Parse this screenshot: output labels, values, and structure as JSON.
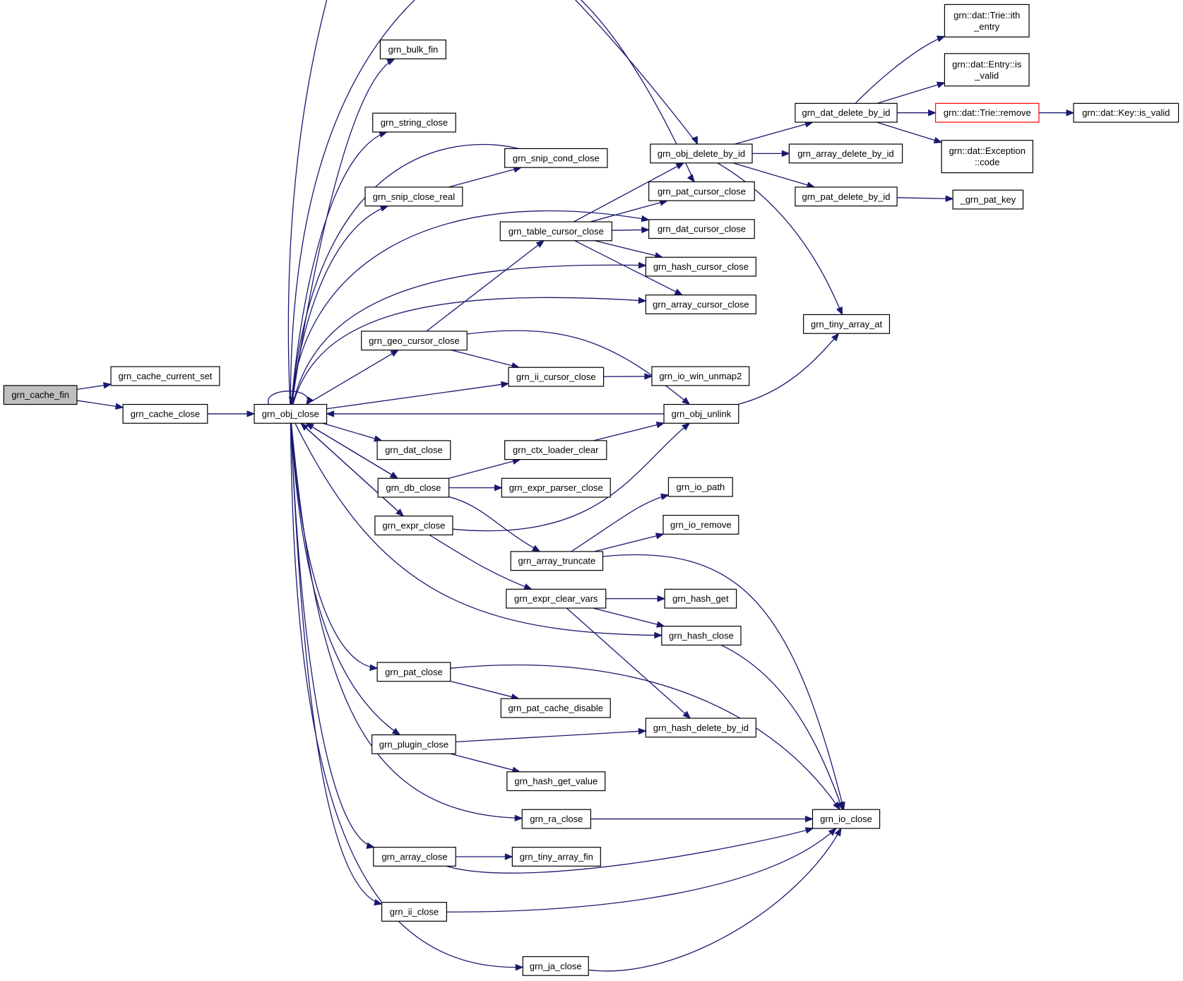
{
  "nodes": [
    {
      "id": "grn_cache_fin",
      "label": "grn_cache_fin",
      "style": "root"
    },
    {
      "id": "grn_cache_current_set",
      "label": "grn_cache_current_set"
    },
    {
      "id": "grn_cache_close",
      "label": "grn_cache_close"
    },
    {
      "id": "grn_obj_close",
      "label": "grn_obj_close"
    },
    {
      "id": "grn_bulk_fin",
      "label": "grn_bulk_fin"
    },
    {
      "id": "grn_string_close",
      "label": "grn_string_close"
    },
    {
      "id": "grn_snip_cond_close",
      "label": "grn_snip_cond_close"
    },
    {
      "id": "grn_snip_close_real",
      "label": "grn_snip_close_real"
    },
    {
      "id": "grn_table_cursor_close",
      "label": "grn_table_cursor_close"
    },
    {
      "id": "grn_obj_delete_by_id",
      "label": "grn_obj_delete_by_id"
    },
    {
      "id": "grn_pat_cursor_close",
      "label": "grn_pat_cursor_close"
    },
    {
      "id": "grn_dat_cursor_close",
      "label": "grn_dat_cursor_close"
    },
    {
      "id": "grn_hash_cursor_close",
      "label": "grn_hash_cursor_close"
    },
    {
      "id": "grn_array_cursor_close",
      "label": "grn_array_cursor_close"
    },
    {
      "id": "grn_geo_cursor_close",
      "label": "grn_geo_cursor_close"
    },
    {
      "id": "grn_ii_cursor_close",
      "label": "grn_ii_cursor_close"
    },
    {
      "id": "grn_io_win_unmap2",
      "label": "grn_io_win_unmap2"
    },
    {
      "id": "grn_obj_unlink",
      "label": "grn_obj_unlink"
    },
    {
      "id": "grn_dat_close",
      "label": "grn_dat_close"
    },
    {
      "id": "grn_db_close",
      "label": "grn_db_close"
    },
    {
      "id": "grn_ctx_loader_clear",
      "label": "grn_ctx_loader_clear"
    },
    {
      "id": "grn_expr_parser_close",
      "label": "grn_expr_parser_close"
    },
    {
      "id": "grn_expr_close",
      "label": "grn_expr_close"
    },
    {
      "id": "grn_array_truncate",
      "label": "grn_array_truncate"
    },
    {
      "id": "grn_io_path",
      "label": "grn_io_path"
    },
    {
      "id": "grn_io_remove",
      "label": "grn_io_remove"
    },
    {
      "id": "grn_expr_clear_vars",
      "label": "grn_expr_clear_vars"
    },
    {
      "id": "grn_hash_get",
      "label": "grn_hash_get"
    },
    {
      "id": "grn_hash_close",
      "label": "grn_hash_close"
    },
    {
      "id": "grn_pat_close",
      "label": "grn_pat_close"
    },
    {
      "id": "grn_pat_cache_disable",
      "label": "grn_pat_cache_disable"
    },
    {
      "id": "grn_hash_delete_by_id",
      "label": "grn_hash_delete_by_id"
    },
    {
      "id": "grn_plugin_close",
      "label": "grn_plugin_close"
    },
    {
      "id": "grn_hash_get_value",
      "label": "grn_hash_get_value"
    },
    {
      "id": "grn_ra_close",
      "label": "grn_ra_close"
    },
    {
      "id": "grn_io_close",
      "label": "grn_io_close"
    },
    {
      "id": "grn_array_close",
      "label": "grn_array_close"
    },
    {
      "id": "grn_tiny_array_fin",
      "label": "grn_tiny_array_fin"
    },
    {
      "id": "grn_ii_close",
      "label": "grn_ii_close"
    },
    {
      "id": "grn_ja_close",
      "label": "grn_ja_close"
    },
    {
      "id": "grn_dat_delete_by_id",
      "label": "grn_dat_delete_by_id"
    },
    {
      "id": "grn_array_delete_by_id",
      "label": "grn_array_delete_by_id"
    },
    {
      "id": "grn_pat_delete_by_id",
      "label": "grn_pat_delete_by_id"
    },
    {
      "id": "_grn_pat_key",
      "label": "_grn_pat_key"
    },
    {
      "id": "grn_tiny_array_at",
      "label": "grn_tiny_array_at"
    },
    {
      "id": "trie_ith_entry",
      "label": "grn::dat::Trie::ith\n_entry"
    },
    {
      "id": "entry_is_valid",
      "label": "grn::dat::Entry::is\n_valid"
    },
    {
      "id": "trie_remove",
      "label": "grn::dat::Trie::remove",
      "style": "truncated"
    },
    {
      "id": "key_is_valid",
      "label": "grn::dat::Key::is_valid"
    },
    {
      "id": "exception_code",
      "label": "grn::dat::Exception\n::code"
    }
  ],
  "edges": [
    {
      "from": "grn_cache_fin",
      "to": "grn_cache_current_set"
    },
    {
      "from": "grn_cache_fin",
      "to": "grn_cache_close"
    },
    {
      "from": "grn_cache_close",
      "to": "grn_obj_close"
    },
    {
      "from": "grn_obj_close",
      "to": "grn_obj_close"
    },
    {
      "from": "grn_obj_close",
      "to": "grn_bulk_fin"
    },
    {
      "from": "grn_obj_close",
      "to": "grn_obj_delete_by_id"
    },
    {
      "from": "grn_obj_close",
      "to": "grn_pat_cursor_close"
    },
    {
      "from": "grn_obj_close",
      "to": "grn_string_close"
    },
    {
      "from": "grn_obj_close",
      "to": "grn_snip_close_real"
    },
    {
      "from": "grn_obj_close",
      "to": "grn_dat_cursor_close"
    },
    {
      "from": "grn_obj_close",
      "to": "grn_hash_cursor_close"
    },
    {
      "from": "grn_obj_close",
      "to": "grn_array_cursor_close"
    },
    {
      "from": "grn_obj_close",
      "to": "grn_geo_cursor_close"
    },
    {
      "from": "grn_obj_close",
      "to": "grn_ii_cursor_close"
    },
    {
      "from": "grn_obj_close",
      "to": "grn_dat_close"
    },
    {
      "from": "grn_obj_close",
      "to": "grn_db_close"
    },
    {
      "from": "grn_obj_close",
      "to": "grn_expr_close"
    },
    {
      "from": "grn_obj_close",
      "to": "grn_hash_close"
    },
    {
      "from": "grn_obj_close",
      "to": "grn_pat_close"
    },
    {
      "from": "grn_obj_close",
      "to": "grn_plugin_close"
    },
    {
      "from": "grn_obj_close",
      "to": "grn_ra_close"
    },
    {
      "from": "grn_obj_close",
      "to": "grn_array_close"
    },
    {
      "from": "grn_obj_close",
      "to": "grn_ii_close"
    },
    {
      "from": "grn_obj_close",
      "to": "grn_ja_close"
    },
    {
      "from": "grn_snip_cond_close",
      "to": "grn_obj_close"
    },
    {
      "from": "grn_snip_close_real",
      "to": "grn_snip_cond_close"
    },
    {
      "from": "grn_table_cursor_close",
      "to": "grn_obj_delete_by_id"
    },
    {
      "from": "grn_table_cursor_close",
      "to": "grn_pat_cursor_close"
    },
    {
      "from": "grn_table_cursor_close",
      "to": "grn_dat_cursor_close"
    },
    {
      "from": "grn_table_cursor_close",
      "to": "grn_hash_cursor_close"
    },
    {
      "from": "grn_table_cursor_close",
      "to": "grn_array_cursor_close"
    },
    {
      "from": "grn_geo_cursor_close",
      "to": "grn_table_cursor_close"
    },
    {
      "from": "grn_geo_cursor_close",
      "to": "grn_ii_cursor_close"
    },
    {
      "from": "grn_geo_cursor_close",
      "to": "grn_obj_unlink"
    },
    {
      "from": "grn_ii_cursor_close",
      "to": "grn_io_win_unmap2"
    },
    {
      "from": "grn_obj_unlink",
      "to": "grn_obj_close"
    },
    {
      "from": "grn_obj_unlink",
      "to": "grn_tiny_array_at"
    },
    {
      "from": "grn_db_close",
      "to": "grn_obj_close"
    },
    {
      "from": "grn_db_close",
      "to": "grn_ctx_loader_clear"
    },
    {
      "from": "grn_db_close",
      "to": "grn_expr_parser_close"
    },
    {
      "from": "grn_db_close",
      "to": "grn_array_truncate"
    },
    {
      "from": "grn_ctx_loader_clear",
      "to": "grn_obj_unlink"
    },
    {
      "from": "grn_expr_close",
      "to": "grn_obj_close"
    },
    {
      "from": "grn_expr_close",
      "to": "grn_obj_unlink"
    },
    {
      "from": "grn_expr_close",
      "to": "grn_expr_clear_vars"
    },
    {
      "from": "grn_array_truncate",
      "to": "grn_io_path"
    },
    {
      "from": "grn_array_truncate",
      "to": "grn_io_remove"
    },
    {
      "from": "grn_array_truncate",
      "to": "grn_io_close"
    },
    {
      "from": "grn_expr_clear_vars",
      "to": "grn_hash_get"
    },
    {
      "from": "grn_expr_clear_vars",
      "to": "grn_hash_close"
    },
    {
      "from": "grn_expr_clear_vars",
      "to": "grn_hash_delete_by_id"
    },
    {
      "from": "grn_hash_close",
      "to": "grn_io_close"
    },
    {
      "from": "grn_pat_close",
      "to": "grn_pat_cache_disable"
    },
    {
      "from": "grn_pat_close",
      "to": "grn_io_close"
    },
    {
      "from": "grn_plugin_close",
      "to": "grn_hash_delete_by_id"
    },
    {
      "from": "grn_plugin_close",
      "to": "grn_hash_get_value"
    },
    {
      "from": "grn_ra_close",
      "to": "grn_io_close"
    },
    {
      "from": "grn_array_close",
      "to": "grn_tiny_array_fin"
    },
    {
      "from": "grn_array_close",
      "to": "grn_io_close"
    },
    {
      "from": "grn_ii_close",
      "to": "grn_io_close"
    },
    {
      "from": "grn_ja_close",
      "to": "grn_io_close"
    },
    {
      "from": "grn_obj_delete_by_id",
      "to": "grn_dat_delete_by_id"
    },
    {
      "from": "grn_obj_delete_by_id",
      "to": "grn_array_delete_by_id"
    },
    {
      "from": "grn_obj_delete_by_id",
      "to": "grn_pat_delete_by_id"
    },
    {
      "from": "grn_obj_delete_by_id",
      "to": "grn_tiny_array_at"
    },
    {
      "from": "grn_dat_delete_by_id",
      "to": "trie_ith_entry"
    },
    {
      "from": "grn_dat_delete_by_id",
      "to": "entry_is_valid"
    },
    {
      "from": "grn_dat_delete_by_id",
      "to": "trie_remove"
    },
    {
      "from": "grn_dat_delete_by_id",
      "to": "exception_code"
    },
    {
      "from": "trie_remove",
      "to": "key_is_valid"
    },
    {
      "from": "grn_pat_delete_by_id",
      "to": "_grn_pat_key"
    }
  ]
}
